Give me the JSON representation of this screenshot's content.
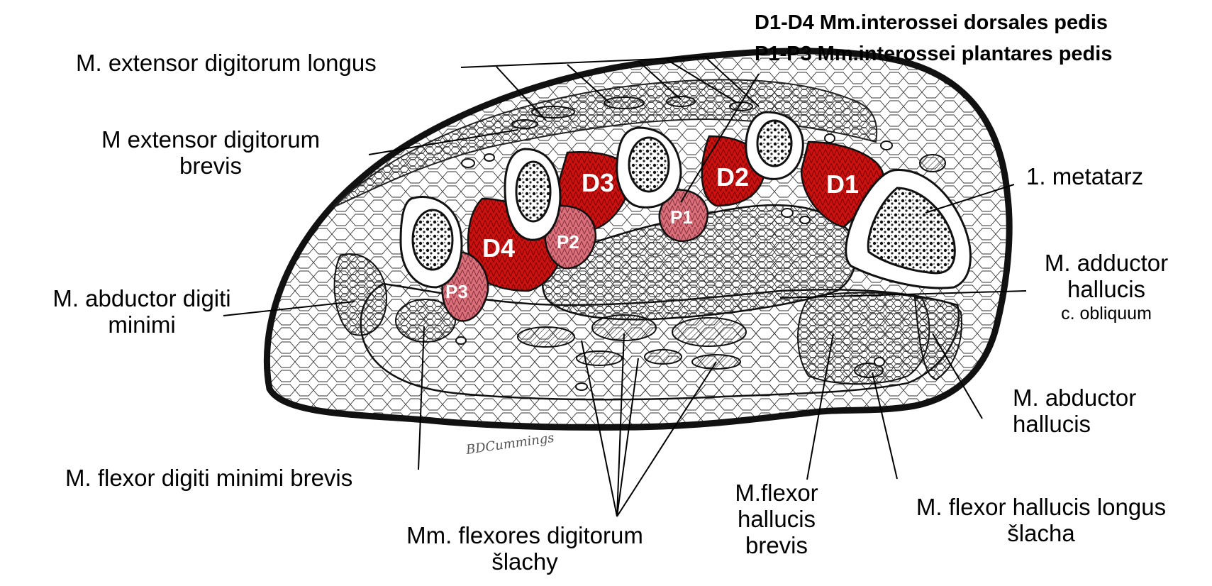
{
  "legend": {
    "line1": "D1-D4 Mm.interossei dorsales pedis",
    "line2": "P1-P3 Mm.interossei plantares pedis"
  },
  "labels": {
    "ext_dig_longus": "M. extensor digitorum longus",
    "ext_dig_brevis_1": "M extensor digitorum",
    "ext_dig_brevis_2": "brevis",
    "metatarz": "1. metatarz",
    "add_hall_1": "M. adductor",
    "add_hall_2": "hallucis",
    "add_hall_3": "c. obliquum",
    "abd_dig_min_1": "M. abductor digiti",
    "abd_dig_min_2": "minimi",
    "abd_hall_1": "M. abductor",
    "abd_hall_2": "hallucis",
    "flex_dig_min": "M. flexor digiti minimi brevis",
    "flex_dig_1": "Mm. flexores digitorum",
    "flex_dig_2": "šlachy",
    "flex_hall_brevis_1": "M.flexor",
    "flex_hall_brevis_2": "hallucis",
    "flex_hall_brevis_3": "brevis",
    "flex_hall_longus_1": "M. flexor hallucis longus",
    "flex_hall_longus_2": "šlacha"
  },
  "muscle_tags": {
    "d1": "D1",
    "d2": "D2",
    "d3": "D3",
    "d4": "D4",
    "p1": "P1",
    "p2": "P2",
    "p3": "P3"
  },
  "signature": "BDCummings",
  "colors": {
    "dorsal": "#cc1111",
    "plantar": "#d9707a",
    "outline": "#111111",
    "tissue": "#ffffff"
  }
}
